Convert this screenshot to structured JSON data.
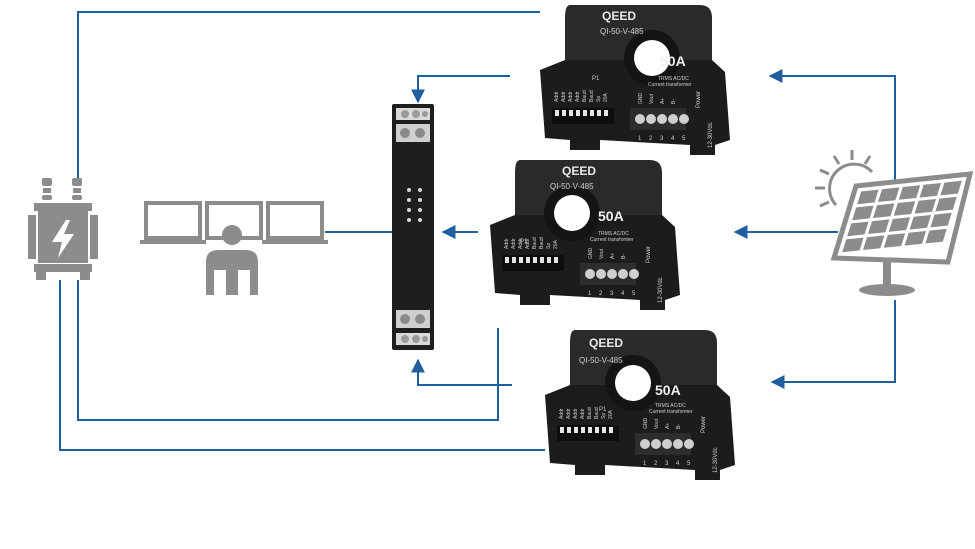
{
  "colors": {
    "line": "#1f5f9e",
    "gray_icon": "#8c8c8c",
    "device_body": "#1f1f1f",
    "device_top": "#2b2b2b"
  },
  "icons": {
    "transformer": "transformer-icon",
    "operator": "operator-workstation-icon",
    "gateway": "din-rail-gateway",
    "solar": "solar-panel-icon"
  },
  "sensors": [
    {
      "brand": "QEED",
      "model": "QI-50-V-485",
      "rating": "50A",
      "type_line1": "TRMS AC/DC",
      "type_line2": "Current transformer",
      "p_label": "P1",
      "power_label": "Power",
      "voltage": "12-30Vdc",
      "dip_labels": [
        "Addr",
        "Addr",
        "Addr",
        "Addr",
        "Baud",
        "Baud",
        "Sp",
        "20A"
      ],
      "terminal_labels": [
        "GND",
        "Vout",
        "A+",
        "B-"
      ],
      "terminal_numbers": [
        "1",
        "2",
        "3",
        "4",
        "5"
      ]
    },
    {
      "brand": "QEED",
      "model": "QI-50-V-485",
      "rating": "50A",
      "type_line1": "TRMS AC/DC",
      "type_line2": "Current transformer",
      "p_label": "P1",
      "power_label": "Power",
      "voltage": "12-30Vdc",
      "dip_labels": [
        "Addr",
        "Addr",
        "Addr",
        "Addr",
        "Baud",
        "Baud",
        "Sp",
        "20A"
      ],
      "terminal_labels": [
        "GND",
        "Vout",
        "A+",
        "B-"
      ],
      "terminal_numbers": [
        "1",
        "2",
        "3",
        "4",
        "5"
      ]
    },
    {
      "brand": "QEED",
      "model": "QI-50-V-485",
      "rating": "50A",
      "type_line1": "TRMS AC/DC",
      "type_line2": "Current transformer",
      "p_label": "P1",
      "power_label": "Power",
      "voltage": "12-30Vdc",
      "dip_labels": [
        "Addr",
        "Addr",
        "Addr",
        "Addr",
        "Baud",
        "Baud",
        "Sp",
        "20A"
      ],
      "terminal_labels": [
        "GND",
        "Vout",
        "A+",
        "B-"
      ],
      "terminal_numbers": [
        "1",
        "2",
        "3",
        "4",
        "5"
      ]
    }
  ]
}
